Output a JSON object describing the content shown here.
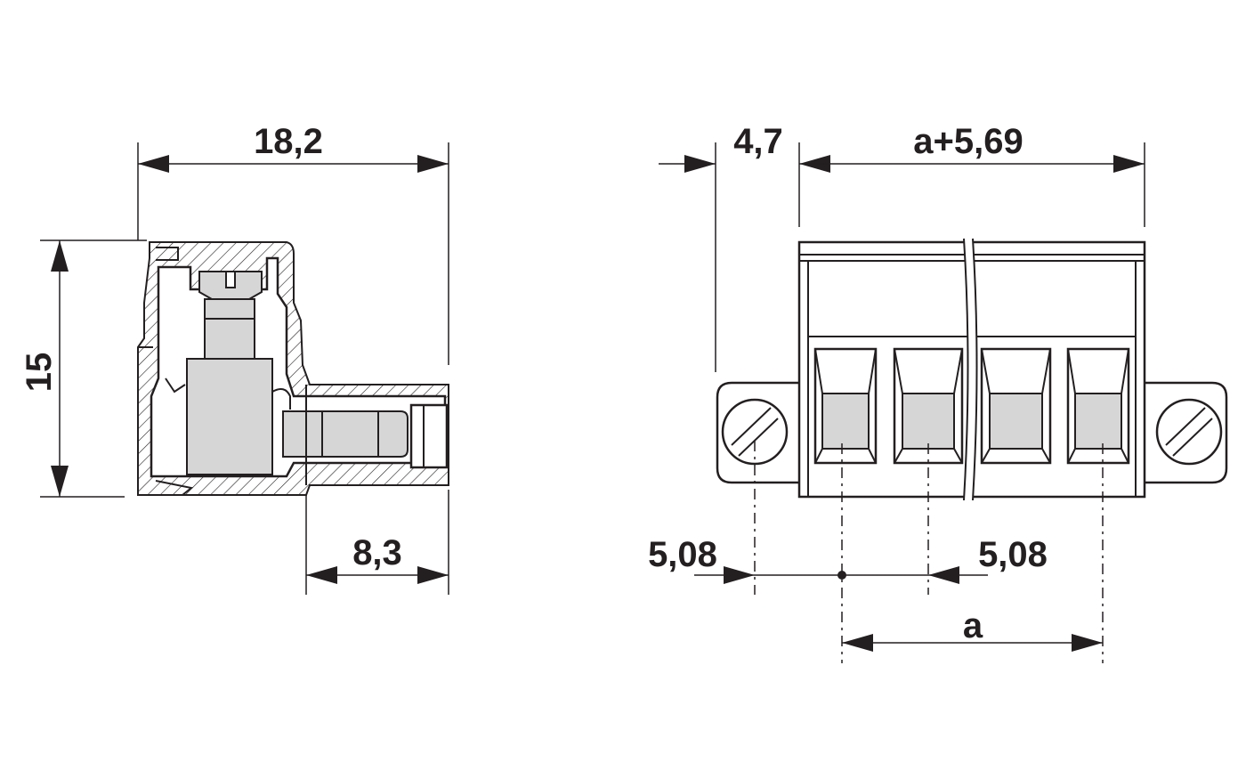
{
  "colors": {
    "line": "#231f20",
    "fill_grey": "#d6d6d6",
    "background": "#ffffff"
  },
  "side_view": {
    "width_label": "18,2",
    "height_label": "15",
    "depth_label": "8,3"
  },
  "front_view": {
    "flange_label": "4,7",
    "total_width_label": "a+5,69",
    "pitch_left_label": "5,08",
    "pitch_right_label": "5,08",
    "span_label": "a"
  }
}
